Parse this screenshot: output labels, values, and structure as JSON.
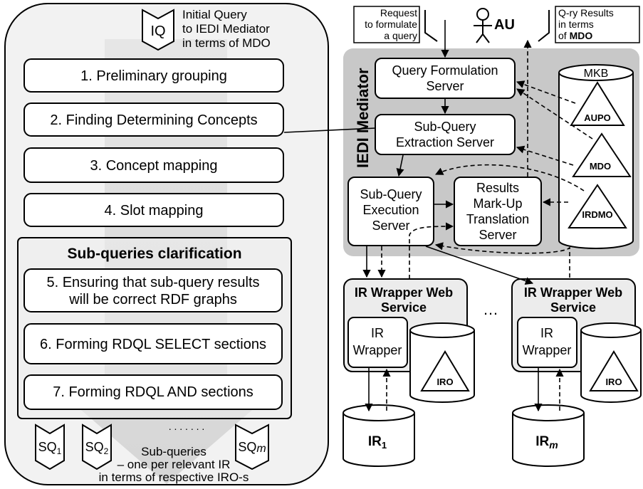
{
  "left_panel": {
    "initial_query": {
      "badge": "IQ",
      "lines": [
        "Initial Query",
        "to IEDI Mediator",
        "in terms of MDO"
      ]
    },
    "steps": [
      {
        "label": "1. Preliminary grouping"
      },
      {
        "label": "2. Finding Determining Concepts"
      },
      {
        "label": "3. Concept mapping"
      },
      {
        "label": "4. Slot mapping"
      }
    ],
    "clarification": {
      "title": "Sub-queries clarification",
      "steps": [
        {
          "lines": [
            "5. Ensuring that sub-query results",
            "will be correct RDF graphs"
          ]
        },
        {
          "lines": [
            "6. Forming RDQL SELECT sections"
          ]
        },
        {
          "lines": [
            "7. Forming RDQL AND sections"
          ]
        }
      ]
    },
    "subqueries": {
      "badges": [
        {
          "base": "SQ",
          "sub": "1"
        },
        {
          "base": "SQ",
          "sub": "2"
        },
        {
          "base": "SQ",
          "sub": "m"
        }
      ],
      "dots": ". . . . . . .",
      "caption": [
        "Sub-queries",
        "– one per relevant IR",
        "in terms of respective IRO-s"
      ]
    }
  },
  "right_panel": {
    "request_box": [
      "Request",
      "to formulate",
      "a query"
    ],
    "actor": "AU",
    "results_box": {
      "lines": [
        "Q-ry Results",
        "in terms"
      ],
      "last_prefix": "of ",
      "last_bold": "MDO"
    },
    "mediator_label": "IEDI Mediator",
    "query_formulation": [
      "Query Formulation",
      "Server"
    ],
    "subquery_extraction": [
      "Sub-Query",
      "Extraction Server"
    ],
    "subquery_execution": [
      "Sub-Query",
      "Execution",
      "Server"
    ],
    "results_translation": [
      "Results",
      "Mark-Up",
      "Translation",
      "Server"
    ],
    "mkb": {
      "label": "MKB",
      "ontologies": [
        "AUPO",
        "MDO",
        "IRDMO"
      ]
    },
    "wrappers": [
      {
        "service": [
          "IR Wrapper Web",
          "Service"
        ],
        "wrapper": [
          "IR",
          "Wrapper"
        ],
        "ontology": "IRO",
        "source_base": "IR",
        "source_sub": "1"
      },
      {
        "service": [
          "IR Wrapper Web",
          "Service"
        ],
        "wrapper": [
          "IR",
          "Wrapper"
        ],
        "ontology": "IRO",
        "source_base": "IR",
        "source_sub": "m"
      }
    ],
    "ellipsis": "…"
  }
}
